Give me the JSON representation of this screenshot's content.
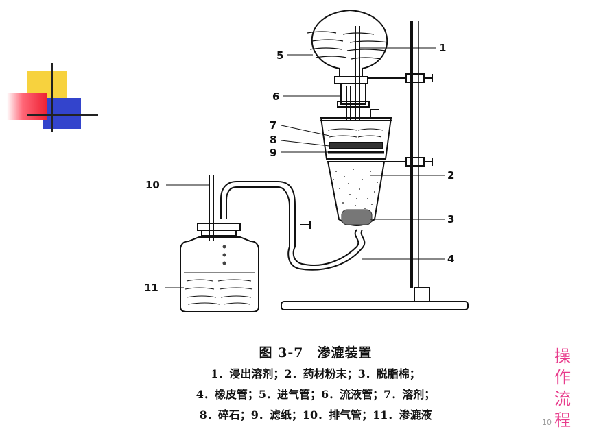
{
  "labels": {
    "l1": "1",
    "l2": "2",
    "l3": "3",
    "l4": "4",
    "l5": "5",
    "l6": "6",
    "l7": "7",
    "l8": "8",
    "l9": "9",
    "l10": "10",
    "l11": "11"
  },
  "caption": {
    "title": "图 3-7　渗漉装置",
    "line1": "1．浸出溶剂；2．药材粉末；3．脱脂棉；",
    "line2": "4．橡皮管；5．进气管；6．流液管；7．溶剂；",
    "line3": "8．碎石；9．滤纸；10．排气管；11．渗漉液"
  },
  "side_label": [
    "操",
    "作",
    "流",
    "程"
  ],
  "page_number": "10",
  "colors": {
    "accent_pink": "#e83c8c",
    "deco_yellow": "#f7d23e",
    "deco_blue": "#3344cc",
    "deco_red": "#ee3344"
  }
}
